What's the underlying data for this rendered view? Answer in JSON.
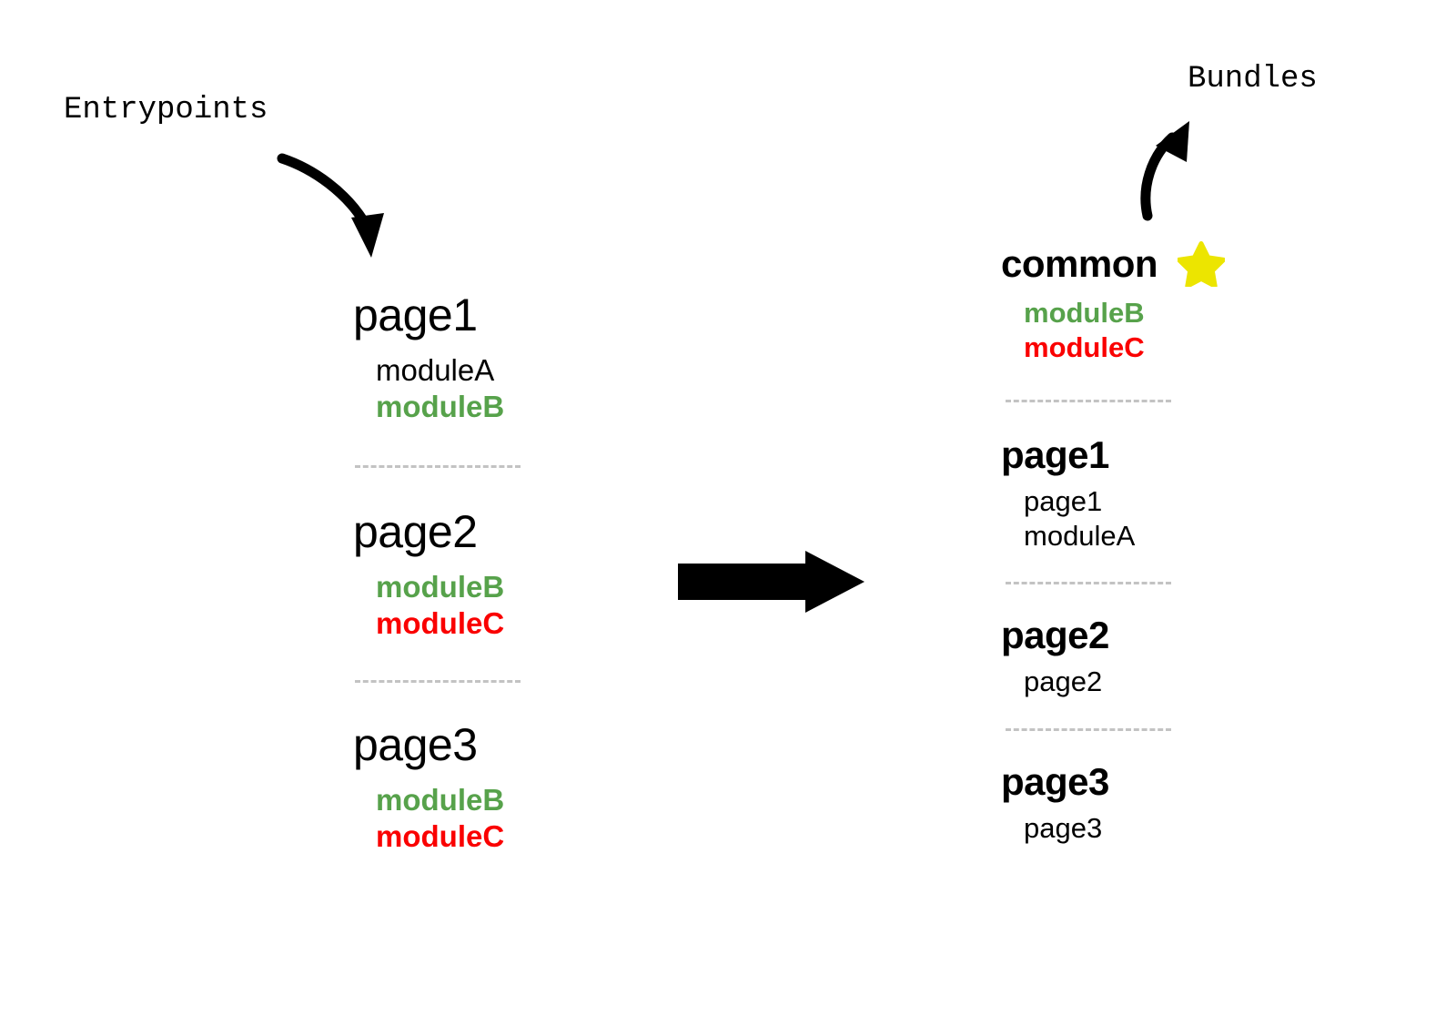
{
  "diagram": {
    "title_left": "Entrypoints",
    "title_right": "Bundles",
    "colors": {
      "green": "#57a24b",
      "red": "#fa0000",
      "black": "#000000",
      "star_yellow": "#ece500",
      "separator_gray": "#c3c3c3",
      "background": "#ffffff"
    },
    "arrows": {
      "entrypoints_arrow": "curved-arrow-down-right",
      "bundles_arrow": "curved-arrow-up-right",
      "transform_arrow": "thick-arrow-right"
    }
  },
  "entrypoints": {
    "groups": [
      {
        "title": "page1",
        "modules": [
          {
            "label": "moduleA",
            "style": "plain"
          },
          {
            "label": "moduleB",
            "style": "green"
          }
        ]
      },
      {
        "title": "page2",
        "modules": [
          {
            "label": "moduleB",
            "style": "green"
          },
          {
            "label": "moduleC",
            "style": "red"
          }
        ]
      },
      {
        "title": "page3",
        "modules": [
          {
            "label": "moduleB",
            "style": "green"
          },
          {
            "label": "moduleC",
            "style": "red"
          }
        ]
      }
    ]
  },
  "bundles": {
    "groups": [
      {
        "title": "common",
        "badge": "star",
        "modules": [
          {
            "label": "moduleB",
            "style": "green"
          },
          {
            "label": "moduleC",
            "style": "red"
          }
        ]
      },
      {
        "title": "page1",
        "badge": null,
        "modules": [
          {
            "label": "page1",
            "style": "plain"
          },
          {
            "label": "moduleA",
            "style": "plain"
          }
        ]
      },
      {
        "title": "page2",
        "badge": null,
        "modules": [
          {
            "label": "page2",
            "style": "plain"
          }
        ]
      },
      {
        "title": "page3",
        "badge": null,
        "modules": [
          {
            "label": "page3",
            "style": "plain"
          }
        ]
      }
    ]
  }
}
